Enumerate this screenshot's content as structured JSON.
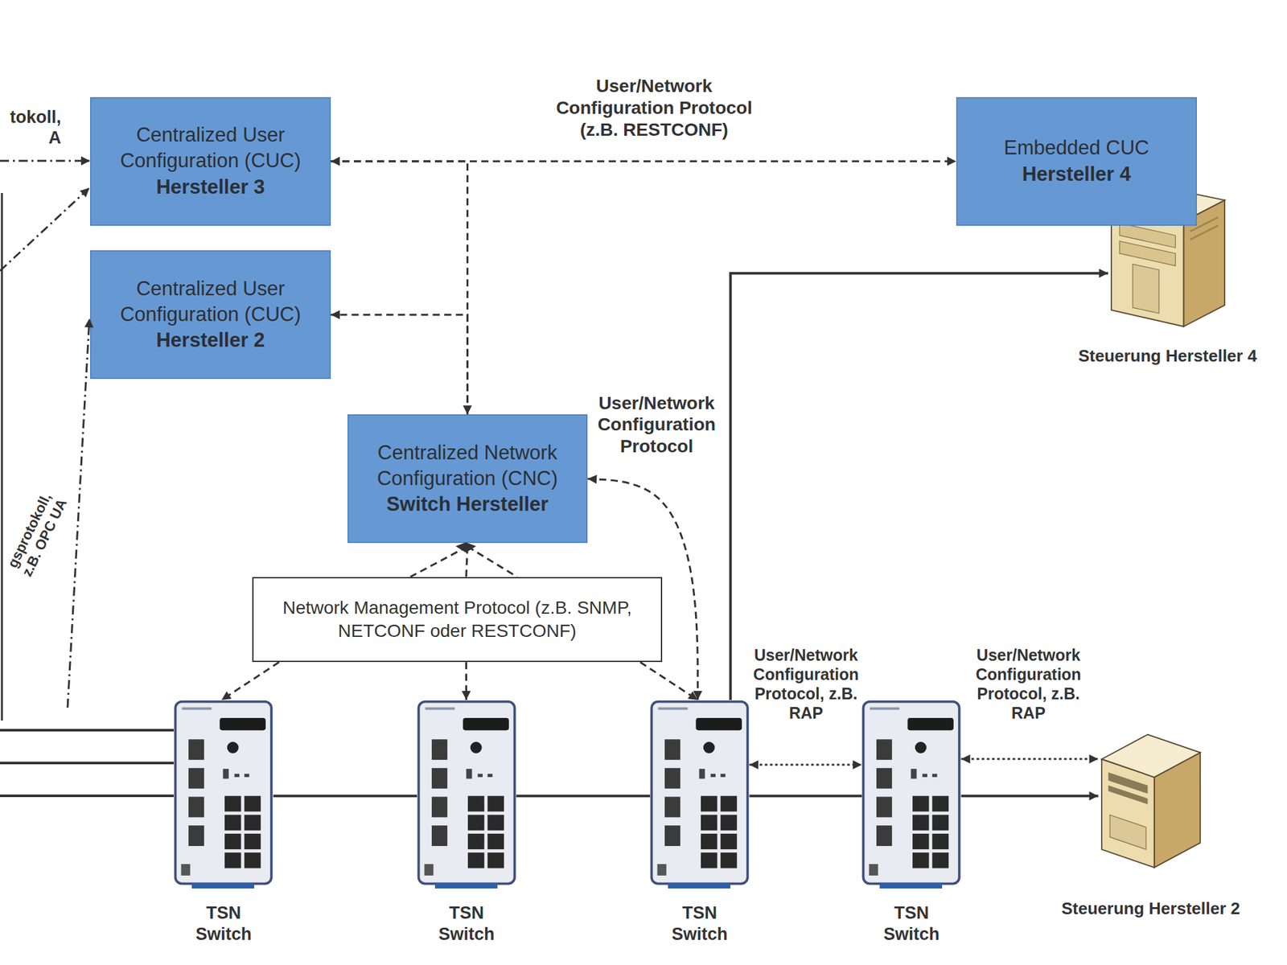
{
  "diagram": {
    "nodes": [
      {
        "text": [
          "Centralized User Configuration (CUC)",
          "Hersteller 3"
        ]
      },
      {
        "text": [
          "Embedded CUC",
          "Hersteller 4"
        ]
      },
      {
        "text": [
          "Centralized User Configuration (CUC)",
          "Hersteller 2"
        ]
      },
      {
        "text": [
          "Steuerung Hersteller 4"
        ]
      },
      {
        "text": [
          "Centralized Network Configuration (CNC)",
          "Switch Hersteller"
        ]
      },
      {
        "text": [
          "Network Management Protocol (z.B. SNMP, NETCONF oder RESTCONF)"
        ]
      },
      {
        "text": [
          "TSN Switch"
        ]
      },
      {
        "text": [
          "TSN Switch"
        ]
      },
      {
        "text": [
          "TSN Switch"
        ]
      },
      {
        "text": [
          "TSN Switch"
        ]
      },
      {
        "text": [
          "Steuerung Hersteller 2"
        ]
      }
    ],
    "edges": [
      {
        "from": 0,
        "to": 1,
        "arrow": "both",
        "label": "User/Network Configuration Protocol (z.B. RESTCONF)"
      },
      {
        "from": 0,
        "to": 4,
        "arrow": "to"
      },
      {
        "from": 4,
        "to": 2,
        "arrow": "to"
      },
      {
        "from": 4,
        "to": 8,
        "arrow": "both",
        "label": "User/Network Configuration Protocol"
      },
      {
        "from": 4,
        "to": 5,
        "arrow": "none"
      },
      {
        "from": 5,
        "to": 6,
        "arrow": "to"
      },
      {
        "from": 5,
        "to": 7,
        "arrow": "to"
      },
      {
        "from": 5,
        "to": 8,
        "arrow": "to"
      },
      {
        "from": 6,
        "to": 7,
        "arrow": "none"
      },
      {
        "from": 7,
        "to": 8,
        "arrow": "none"
      },
      {
        "from": 8,
        "to": 9,
        "arrow": "none"
      },
      {
        "from": 9,
        "to": 10,
        "arrow": "to"
      },
      {
        "from": 8,
        "to": 3,
        "arrow": "to"
      },
      {
        "from": 8,
        "to": 9,
        "arrow": "both",
        "label": "User/Network Configuration Protocol, z.B. RAP"
      },
      {
        "from": 9,
        "to": 10,
        "arrow": "both",
        "label": "User/Network Configuration Protocol, z.B. RAP"
      }
    ],
    "labels": [
      "tokoll, A",
      "gsprotokoll, z.B. OPC UA"
    ]
  }
}
